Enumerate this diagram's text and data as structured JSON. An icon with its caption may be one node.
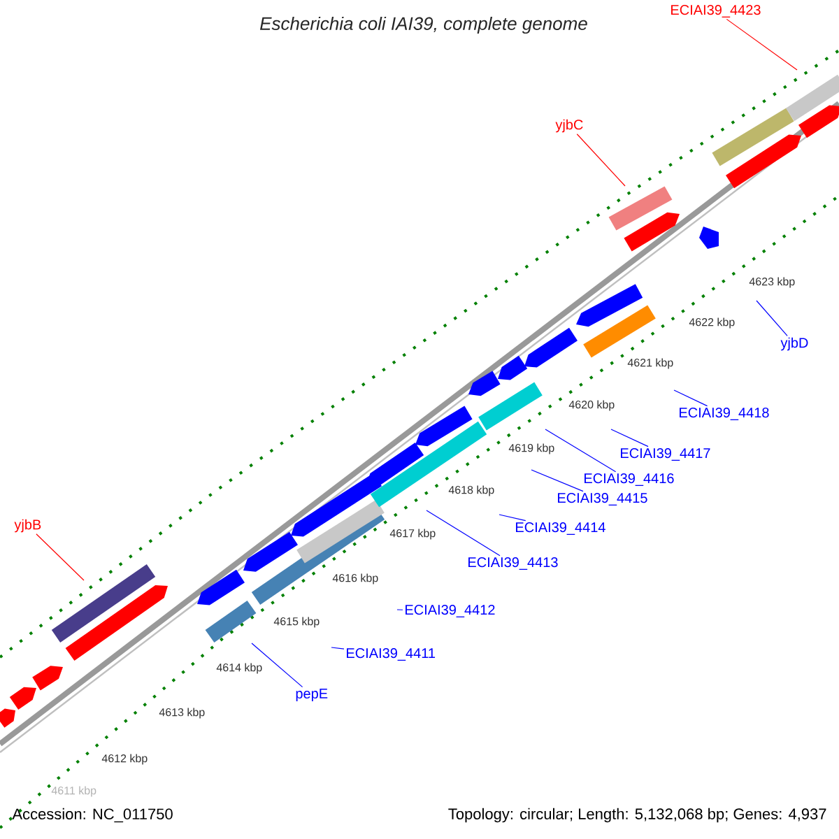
{
  "diagram": {
    "title": "Escherichia coli IAI39, complete genome",
    "nodes": [
      {
        "text": [
          "yjbB"
        ]
      },
      {
        "text": [
          "yjbC"
        ]
      },
      {
        "text": [
          "ECIAI39_4423"
        ]
      },
      {
        "text": [
          "yjbD"
        ]
      },
      {
        "text": [
          "ECIAI39_4418"
        ]
      },
      {
        "text": [
          "ECIAI39_4417"
        ]
      },
      {
        "text": [
          "ECIAI39_4416"
        ]
      },
      {
        "text": [
          "ECIAI39_4415"
        ]
      },
      {
        "text": [
          "ECIAI39_4414"
        ]
      },
      {
        "text": [
          "ECIAI39_4413"
        ]
      },
      {
        "text": [
          "ECIAI39_4412"
        ]
      },
      {
        "text": [
          "ECIAI39_4411"
        ]
      },
      {
        "text": [
          "pepE"
        ]
      }
    ],
    "edges": [
      {
        "from": 0,
        "to": null,
        "arrow": "none",
        "color": "#ff0000"
      },
      {
        "from": 1,
        "to": null,
        "arrow": "none",
        "color": "#ff0000"
      },
      {
        "from": 2,
        "to": null,
        "arrow": "none",
        "color": "#ff0000"
      },
      {
        "from": 3,
        "to": null,
        "arrow": "none"
      },
      {
        "from": 4,
        "to": null,
        "arrow": "none"
      },
      {
        "from": 5,
        "to": null,
        "arrow": "none"
      },
      {
        "from": 6,
        "to": null,
        "arrow": "none"
      },
      {
        "from": 7,
        "to": null,
        "arrow": "none"
      },
      {
        "from": 8,
        "to": null,
        "arrow": "none"
      },
      {
        "from": 9,
        "to": null,
        "arrow": "none"
      },
      {
        "from": 10,
        "to": null,
        "arrow": "none"
      },
      {
        "from": 11,
        "to": null,
        "arrow": "none"
      },
      {
        "from": 12,
        "to": null,
        "arrow": "none"
      }
    ],
    "labels": [
      "4611 kbp",
      "4612 kbp",
      "4613 kbp",
      "4614 kbp",
      "4615 kbp",
      "4616 kbp",
      "4617 kbp",
      "4618 kbp",
      "4619 kbp",
      "4620 kbp",
      "4621 kbp",
      "4622 kbp",
      "4623 kbp",
      "Accession: NC_011750",
      "Topology: circular; Length: 5,132,068 bp; Genes: 4,937"
    ]
  }
}
